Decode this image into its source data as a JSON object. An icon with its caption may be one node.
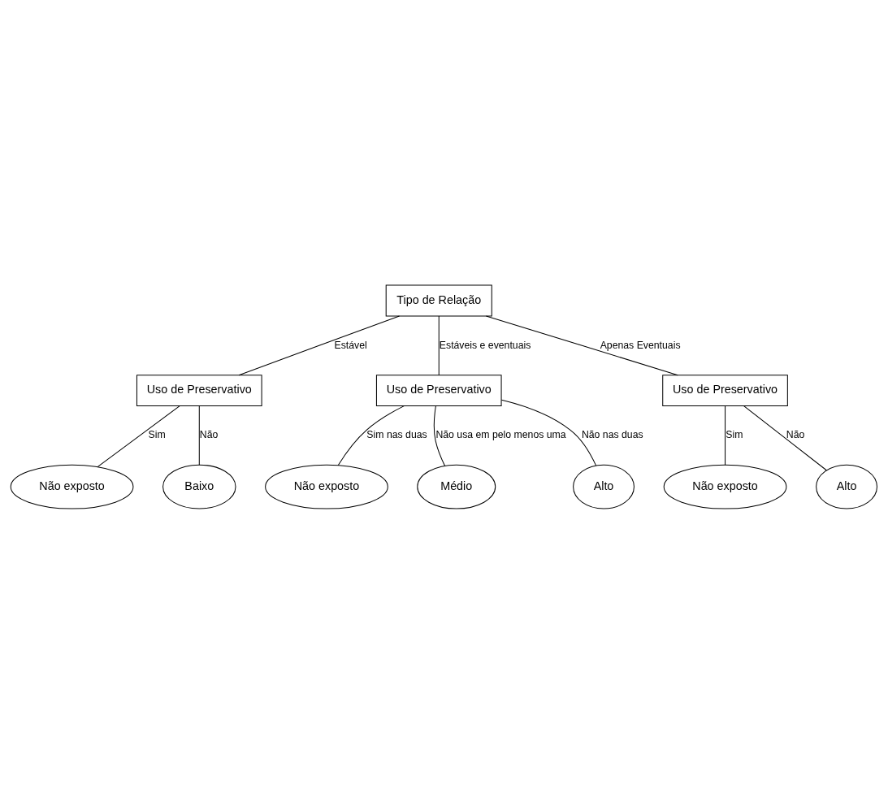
{
  "diagram": {
    "nodes": [
      {
        "text": [
          "Tipo de Relação"
        ]
      },
      {
        "text": [
          "Uso de Preservativo"
        ]
      },
      {
        "text": [
          "Uso de Preservativo"
        ]
      },
      {
        "text": [
          "Uso de Preservativo"
        ]
      },
      {
        "text": [
          "Não exposto"
        ]
      },
      {
        "text": [
          "Baixo"
        ]
      },
      {
        "text": [
          "Não exposto"
        ]
      },
      {
        "text": [
          "Médio"
        ]
      },
      {
        "text": [
          "Alto"
        ]
      },
      {
        "text": [
          "Não exposto"
        ]
      },
      {
        "text": [
          "Alto"
        ]
      }
    ],
    "edges": [
      {
        "from": 0,
        "to": 1,
        "arrow": "none",
        "label": "Estável"
      },
      {
        "from": 0,
        "to": 2,
        "arrow": "none",
        "label": "Estáveis e eventuais"
      },
      {
        "from": 0,
        "to": 3,
        "arrow": "none",
        "label": "Apenas Eventuais"
      },
      {
        "from": 1,
        "to": 4,
        "arrow": "none",
        "label": "Sim"
      },
      {
        "from": 1,
        "to": 5,
        "arrow": "none",
        "label": "Não"
      },
      {
        "from": 2,
        "to": 6,
        "arrow": "none",
        "label": "Sim nas duas"
      },
      {
        "from": 2,
        "to": 7,
        "arrow": "none",
        "label": "Não usa em pelo menos uma"
      },
      {
        "from": 2,
        "to": 8,
        "arrow": "none",
        "label": "Não nas duas"
      },
      {
        "from": 3,
        "to": 9,
        "arrow": "none",
        "label": "Sim"
      },
      {
        "from": 3,
        "to": 10,
        "arrow": "none",
        "label": "Não"
      }
    ]
  }
}
